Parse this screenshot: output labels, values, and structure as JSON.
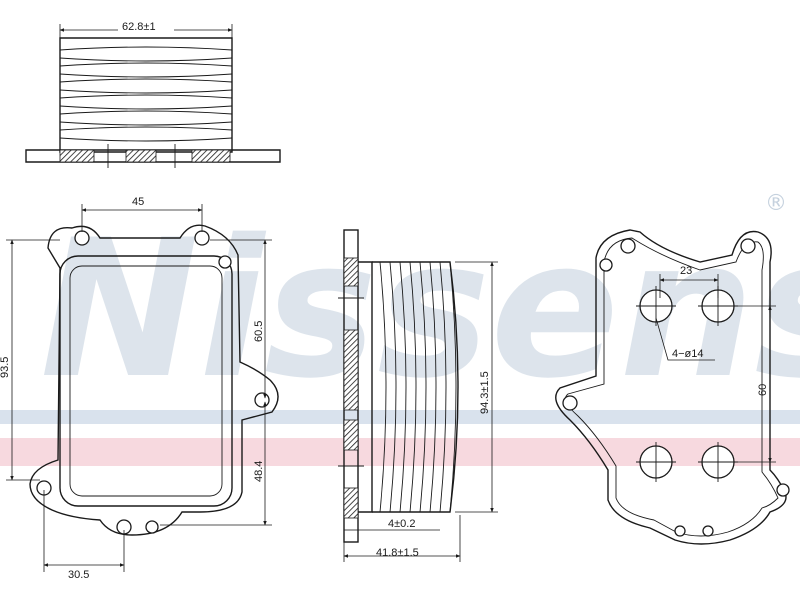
{
  "brand": {
    "watermark": "Nissens",
    "registered_mark": "®"
  },
  "colors": {
    "watermark_text": "#9fb4c9",
    "band_blue": "#c9d6e6",
    "band_pink": "#f3c9d2",
    "line": "#1a1a1a"
  },
  "dimensions": {
    "top_view_width": "62.8±1",
    "front_hole_spacing_top": "45",
    "front_height_total": "93.5",
    "front_height_upper": "60.5",
    "front_height_lower": "48.4",
    "front_hole_offset_bottom": "30.5",
    "side_height": "94.3±1.5",
    "side_flange": "4±0.2",
    "side_depth": "41.8±1.5",
    "back_hole_spacing": "23",
    "back_holes_callout": "4−ø14",
    "back_hole_vertical_spacing": "60"
  },
  "icons": {
    "hatch_pattern": "section-hatch-icon",
    "dimension_arrow": "arrow-icon"
  }
}
